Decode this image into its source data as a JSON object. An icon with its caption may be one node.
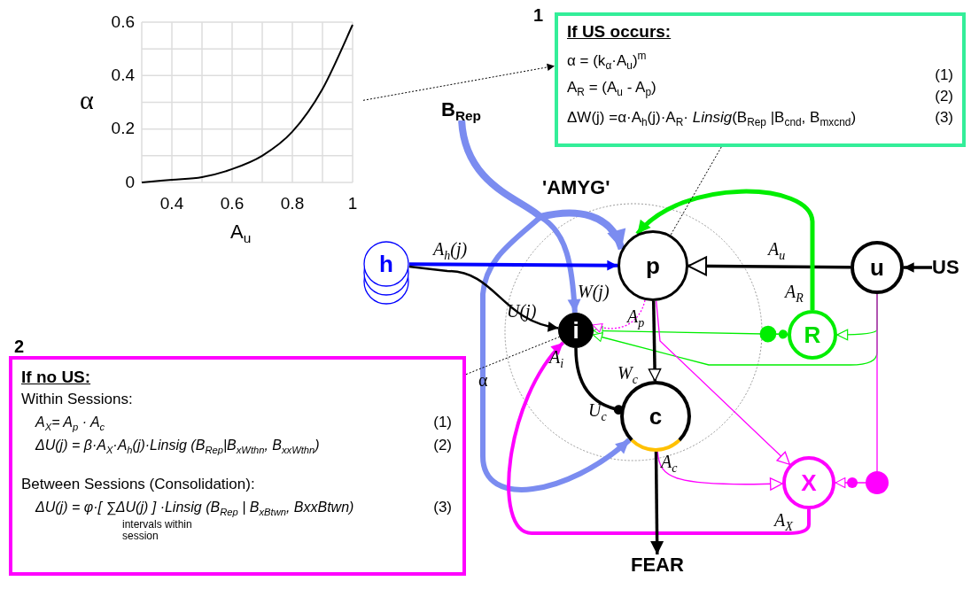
{
  "diagram": {
    "nodes": [
      {
        "text": [
          "1",
          "If US occurs:",
          "α = (k$_{α}$·A$_{u}$)$^{m}$",
          "(1)",
          "A$_{R}$ = (A$_{u}$ - A$_{p}$)",
          "(2)",
          "ΔW(j) =α·A$_{h}$(j)·A$_{R}$· *Linsig*(B$_{Rep}$ |B$_{cnd}$, B$_{mxcnd}$)",
          "(3)"
        ]
      },
      {
        "text": [
          "2",
          "If no US:",
          "Within Sessions:",
          "A$_{X}$= A$_{p}$ · A$_{c}$",
          "(1)",
          "ΔU(j) = β·A$_{X}$·A$_{h}$(j)·Linsig (B$_{Rep}$|B$_{xWthn}$, B$_{xxWthn}$)",
          "(2)",
          "Between Sessions (Consolidation):",
          "ΔU(j) = φ·[ ∑ΔU(j) ] ·Linsig (B$_{Rep}$ | B$_{xBtwn}$, BxxBtwn)",
          "intervals within session",
          "(3)"
        ]
      },
      {
        "text": [
          "h"
        ]
      },
      {
        "text": [
          "p"
        ],
        "beside": [
          "W(j)",
          "A$_{p}$"
        ]
      },
      {
        "text": [
          "i"
        ],
        "beside": [
          "U(j)",
          "A$_{i}$"
        ]
      },
      {
        "text": [
          "c"
        ],
        "beside": [
          "W$_{c}$",
          "U$_{c}$",
          "A$_{c}$"
        ]
      },
      {
        "text": [
          "u"
        ]
      },
      {
        "text": [
          "R"
        ],
        "beside": [
          "A$_{R}$"
        ]
      },
      {
        "text": [
          "X"
        ],
        "beside": [
          "A$_{X}$"
        ]
      },
      {
        "text": [
          "US"
        ]
      },
      {
        "text": [
          "FEAR"
        ]
      },
      {
        "text": [
          "B$_{Rep}$"
        ]
      },
      {
        "text": [],
        "shape": "chart"
      }
    ],
    "edges": [
      {
        "from": 11,
        "to": 3,
        "arrow": "to",
        "style": "thick",
        "color": "#7b8cf0"
      },
      {
        "from": 11,
        "to": 4,
        "arrow": "to",
        "style": "thick",
        "color": "#7b8cf0"
      },
      {
        "from": 11,
        "to": 5,
        "arrow": "to",
        "style": "thick",
        "color": "#7b8cf0"
      },
      {
        "from": 2,
        "to": 3,
        "arrow": "to",
        "label": "A$_{h}$(j)",
        "color": "#0000ff"
      },
      {
        "from": 2,
        "to": 4,
        "arrow": "to"
      },
      {
        "from": 6,
        "to": 3,
        "arrow": "to",
        "label": "A$_{u}$"
      },
      {
        "from": 7,
        "to": 3,
        "arrow": "to",
        "style": "thick",
        "color": "#00ee00"
      },
      {
        "from": 6,
        "to": 7,
        "arrow": "to",
        "color": "#00ee00"
      },
      {
        "from": 7,
        "to": 4,
        "arrow": "to",
        "color": "#00ee00"
      },
      {
        "from": 6,
        "to": 4,
        "arrow": "to",
        "color": "#00ee00"
      },
      {
        "from": 3,
        "to": 4,
        "arrow": "to",
        "style": "dashed",
        "color": "#ff00ff"
      },
      {
        "from": 3,
        "to": 5,
        "arrow": "to"
      },
      {
        "from": 4,
        "to": 5,
        "arrow": "other"
      },
      {
        "from": 3,
        "to": 8,
        "arrow": "to",
        "color": "#ff00ff"
      },
      {
        "from": 5,
        "to": 8,
        "arrow": "to",
        "color": "#ff00ff"
      },
      {
        "from": 6,
        "to": 8,
        "arrow": "to",
        "color": "#ff00ff"
      },
      {
        "from": 8,
        "to": 4,
        "arrow": "to",
        "color": "#ff00ff"
      },
      {
        "from": 5,
        "to": 10,
        "arrow": "to"
      },
      {
        "from": 9,
        "to": 6,
        "arrow": "to"
      },
      {
        "from": 12,
        "to": 0,
        "arrow": "to",
        "style": "dashed"
      },
      {
        "from": 0,
        "to": 3,
        "arrow": "none",
        "style": "dashed"
      },
      {
        "from": 1,
        "to": 4,
        "arrow": "none",
        "style": "dashed"
      }
    ],
    "labels": [
      "'AMYG'",
      "α"
    ],
    "chart_data": {
      "type": "line",
      "xlabel": "A$_{u}$",
      "ylabel": "α",
      "grid": true,
      "x": [
        0.3,
        0.4,
        0.5,
        0.6,
        0.7,
        0.8,
        0.9,
        1.0
      ],
      "values": [
        0,
        0.01,
        0.02,
        0.05,
        0.1,
        0.19,
        0.35,
        0.59
      ],
      "xlim": [
        0.3,
        1
      ],
      "ylim": [
        0,
        0.6
      ],
      "xticks": [
        0.4,
        0.6,
        0.8,
        1
      ],
      "yticks": [
        0,
        0.2,
        0.4,
        0.6
      ]
    }
  }
}
